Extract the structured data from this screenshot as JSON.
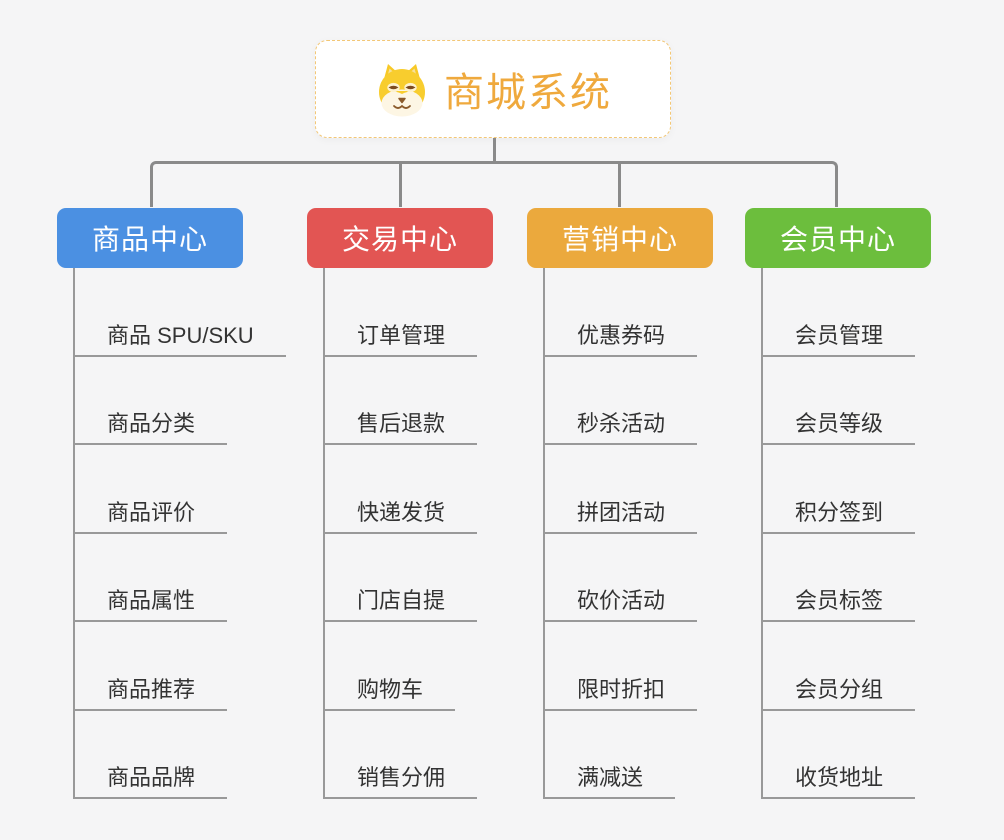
{
  "root": {
    "title": "商城系统",
    "title_color": "#efa93d",
    "icon": "shiba-dog-icon",
    "border_color": "#f3c776"
  },
  "connector_color": "#8a8a8a",
  "leaf_line_color": "#999999",
  "background_color": "#f5f5f6",
  "branches": [
    {
      "label": "商品中心",
      "color": "#4b90e2",
      "children": [
        "商品 SPU/SKU",
        "商品分类",
        "商品评价",
        "商品属性",
        "商品推荐",
        "商品品牌"
      ]
    },
    {
      "label": "交易中心",
      "color": "#e25553",
      "children": [
        "订单管理",
        "售后退款",
        "快递发货",
        "门店自提",
        "购物车",
        "销售分佣"
      ]
    },
    {
      "label": "营销中心",
      "color": "#eba93d",
      "children": [
        "优惠券码",
        "秒杀活动",
        "拼团活动",
        "砍价活动",
        "限时折扣",
        "满减送"
      ]
    },
    {
      "label": "会员中心",
      "color": "#6cbe3d",
      "children": [
        "会员管理",
        "会员等级",
        "积分签到",
        "会员标签",
        "会员分组",
        "收货地址"
      ]
    }
  ]
}
